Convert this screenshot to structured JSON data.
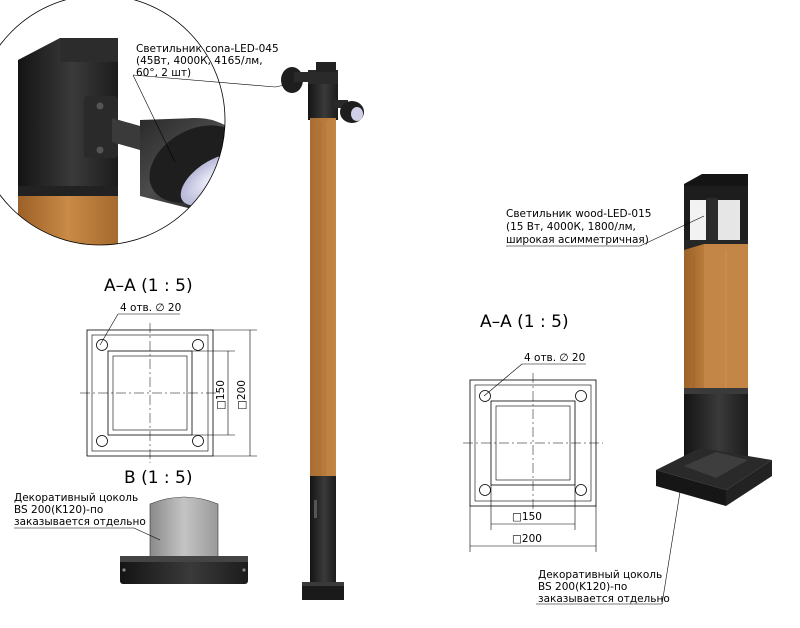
{
  "colors": {
    "metal_dark": "#1f1f1f",
    "metal_mid": "#3a3a3a",
    "wood": "#b8783a",
    "wood_dark": "#8a5524",
    "plinth_gray": "#a8a8a8",
    "lens_glow": "#dcdcf4"
  },
  "callouts": {
    "spot_light": {
      "line1": "Светильник cona-LED-045",
      "line2": "(45Вт, 4000К, 4165/лм,",
      "line3": "60°, 2 шт)"
    },
    "wood_light": {
      "line1": "Светильник wood-LED-015",
      "line2": "(15 Вт, 4000К, 1800/лм,",
      "line3": "широкая асимметричная)"
    },
    "plinth_left": {
      "line1": "Декоративный цоколь",
      "line2": "BS 200(K120)-по",
      "line3": "заказывается отдельно"
    },
    "plinth_right": {
      "line1": "Декоративный цоколь",
      "line2": "BS 200(K120)-по",
      "line3": "заказывается отдельно"
    }
  },
  "section_left": {
    "title": "A–A (1 : 5)",
    "holes": "4 отв. ∅ 20",
    "dim_inner": "□150",
    "dim_outer": "□200"
  },
  "view_b": {
    "title": "B (1 : 5)"
  },
  "section_right": {
    "title": "A–A (1 : 5)",
    "holes": "4 отв. ∅ 20",
    "dim_inner": "□150",
    "dim_outer": "□200"
  }
}
